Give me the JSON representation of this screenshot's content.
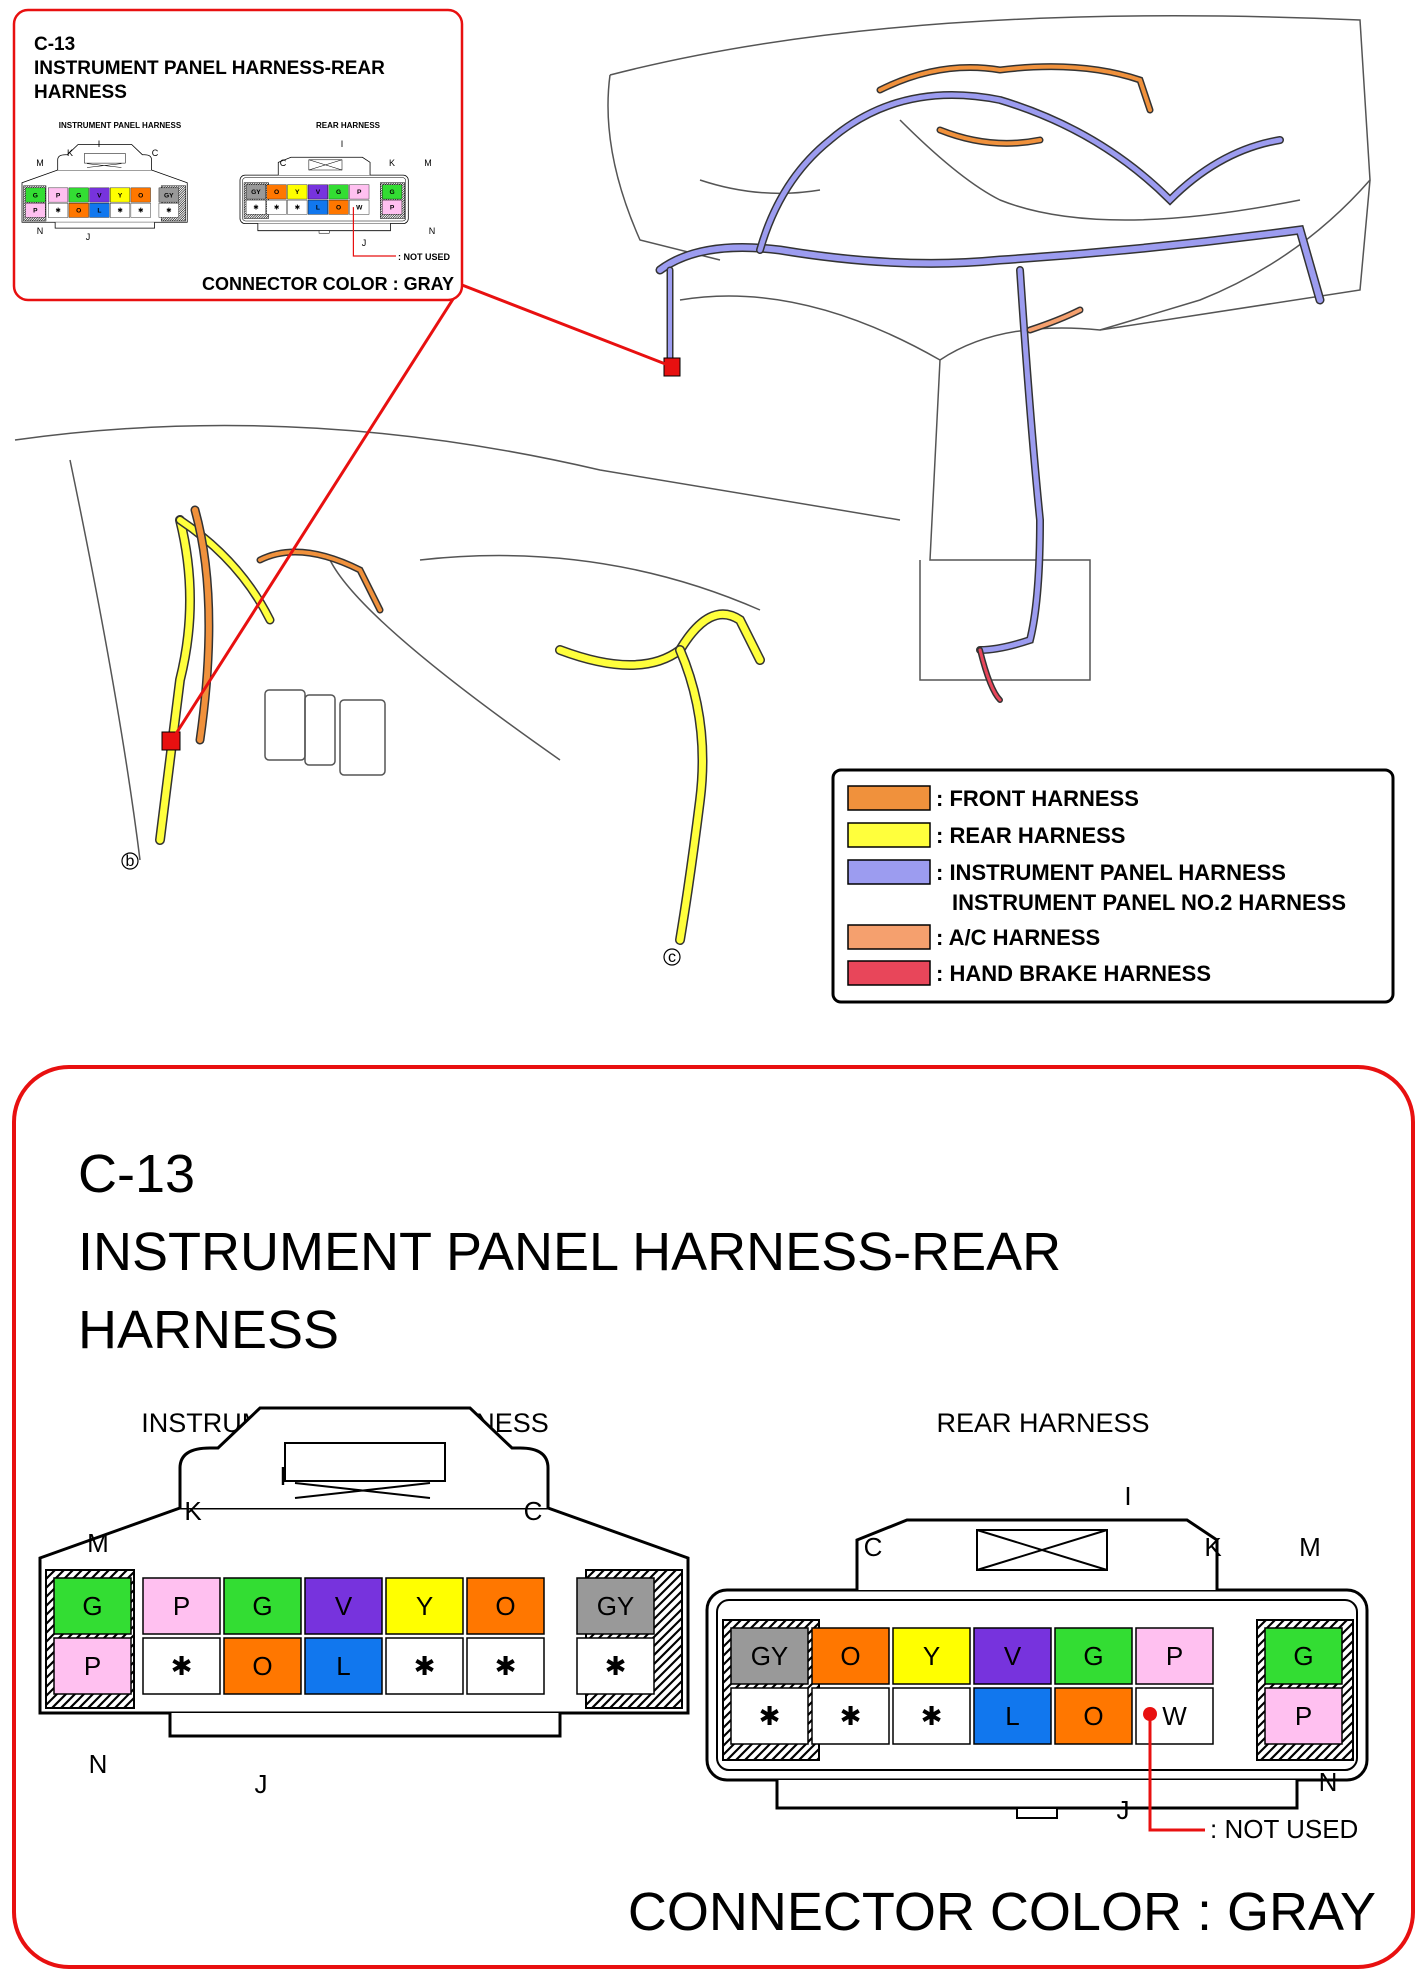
{
  "inset": {
    "code": "C-13",
    "title_line1": "INSTRUMENT PANEL HARNESS-REAR",
    "title_line2": "HARNESS",
    "left_label": "INSTRUMENT PANEL HARNESS",
    "right_label": "REAR HARNESS",
    "not_used": ": NOT USED",
    "connector_color": "CONNECTOR COLOR : GRAY"
  },
  "legend": [
    {
      "label": ": FRONT HARNESS",
      "color": "#f0913c"
    },
    {
      "label": ": REAR HARNESS",
      "color": "#ffff3c"
    },
    {
      "label": ": INSTRUMENT PANEL HARNESS",
      "label2": "INSTRUMENT PANEL NO.2 HARNESS",
      "color": "#9c9cf0"
    },
    {
      "label": ": A/C HARNESS",
      "color": "#f5a06e"
    },
    {
      "label": ": HAND BRAKE HARNESS",
      "color": "#e8465a"
    }
  ],
  "diagram_markers": {
    "b": "b",
    "c": "c"
  },
  "detail": {
    "code": "C-13",
    "title_line1": "INSTRUMENT PANEL HARNESS-REAR",
    "title_line2": "HARNESS",
    "left": {
      "label": "INSTRUMENT PANEL HARNESS",
      "letters": {
        "I": "I",
        "K": "K",
        "C": "C",
        "M": "M",
        "N": "N",
        "J": "J"
      },
      "top": [
        {
          "text": "G",
          "color": "#33dd33"
        },
        {
          "text": "P",
          "color": "#ffc0f0"
        },
        {
          "text": "G",
          "color": "#33dd33"
        },
        {
          "text": "V",
          "color": "#7733dd"
        },
        {
          "text": "Y",
          "color": "#ffff00"
        },
        {
          "text": "O",
          "color": "#ff7700"
        },
        {
          "text": "GY",
          "color": "#999999"
        }
      ],
      "bottom": [
        {
          "text": "P",
          "color": "#ffc0f0"
        },
        {
          "text": "✱",
          "color": "#ffffff"
        },
        {
          "text": "O",
          "color": "#ff7700"
        },
        {
          "text": "L",
          "color": "#1177ee"
        },
        {
          "text": "✱",
          "color": "#ffffff"
        },
        {
          "text": "✱",
          "color": "#ffffff"
        },
        {
          "text": "✱",
          "color": "#ffffff"
        }
      ]
    },
    "right": {
      "label": "REAR HARNESS",
      "letters": {
        "I": "I",
        "K": "K",
        "C": "C",
        "M": "M",
        "N": "N",
        "J": "J"
      },
      "top": [
        {
          "text": "GY",
          "color": "#999999"
        },
        {
          "text": "O",
          "color": "#ff7700"
        },
        {
          "text": "Y",
          "color": "#ffff00"
        },
        {
          "text": "V",
          "color": "#7733dd"
        },
        {
          "text": "G",
          "color": "#33dd33"
        },
        {
          "text": "P",
          "color": "#ffc0f0"
        },
        {
          "text": "G",
          "color": "#33dd33"
        }
      ],
      "bottom": [
        {
          "text": "✱",
          "color": "#ffffff"
        },
        {
          "text": "✱",
          "color": "#ffffff"
        },
        {
          "text": "✱",
          "color": "#ffffff"
        },
        {
          "text": "L",
          "color": "#1177ee"
        },
        {
          "text": "O",
          "color": "#ff7700"
        },
        {
          "text": "W",
          "color": "#ffffff"
        },
        {
          "text": "P",
          "color": "#ffc0f0"
        }
      ]
    },
    "not_used": ": NOT USED",
    "connector_color": "CONNECTOR COLOR : GRAY"
  },
  "colors": {
    "callout_red": "#e81010",
    "harness_blue": "#9c9cf0",
    "harness_yellow": "#ffff3c",
    "harness_orange": "#f0913c"
  }
}
